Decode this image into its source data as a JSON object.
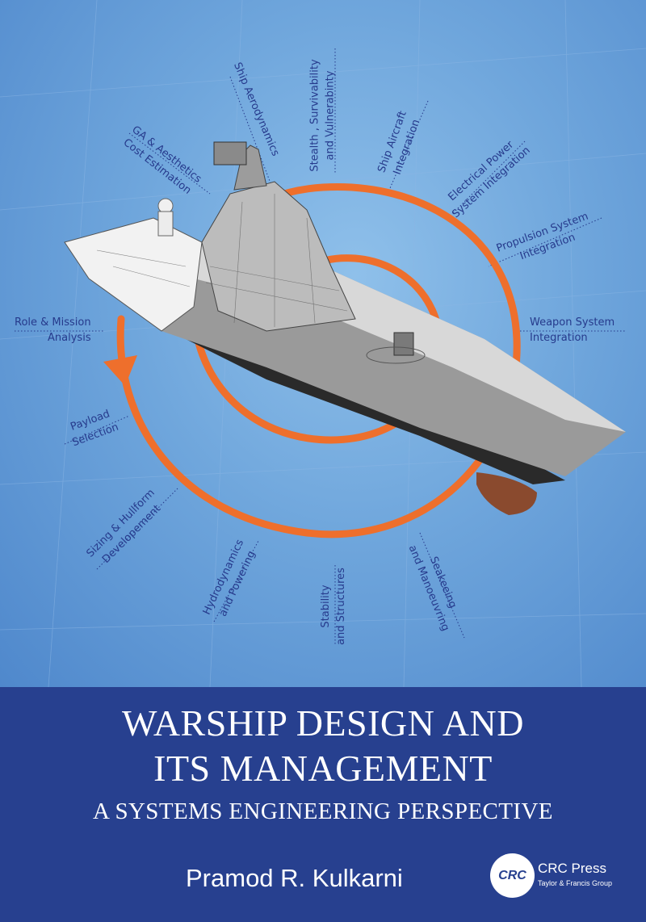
{
  "cover": {
    "title_line1": "WARSHIP DESIGN AND",
    "title_line2": "ITS MANAGEMENT",
    "subtitle": "A SYSTEMS ENGINEERING PERSPECTIVE",
    "author": "Pramod R. Kulkarni",
    "publisher": {
      "logo_text": "CRC",
      "name": "CRC Press",
      "group": "Taylor & Francis Group"
    }
  },
  "diagram_labels": [
    {
      "line1": "Ship Aerodynamics",
      "line2": ""
    },
    {
      "line1": "Stealth , Survivability",
      "line2": "and Vulnerabinty"
    },
    {
      "line1": "Ship Aircraft",
      "line2": "Integration"
    },
    {
      "line1": "Electrical Power",
      "line2": "System Integration"
    },
    {
      "line1": "Propulsion System",
      "line2": "Integration"
    },
    {
      "line1": "Weapon System",
      "line2": "Integration"
    },
    {
      "line1": "GA & Aesthetics",
      "line2": "Cost Estimation"
    },
    {
      "line1": "Role & Mission",
      "line2": "Analysis"
    },
    {
      "line1": "Payload",
      "line2": "Selection"
    },
    {
      "line1": "Sizing & Hullform",
      "line2": "Developement"
    },
    {
      "line1": "Hydrodynamics",
      "line2": "and Powering"
    },
    {
      "line1": "Stability",
      "line2": "and Structures"
    },
    {
      "line1": "Seakeeing",
      "line2": "and Manoeuvring"
    }
  ],
  "colors": {
    "background_blue": "#6fa6dc",
    "title_band": "#27408f",
    "label_text": "#263a8c",
    "spiral_orange": "#ee6f2c"
  }
}
